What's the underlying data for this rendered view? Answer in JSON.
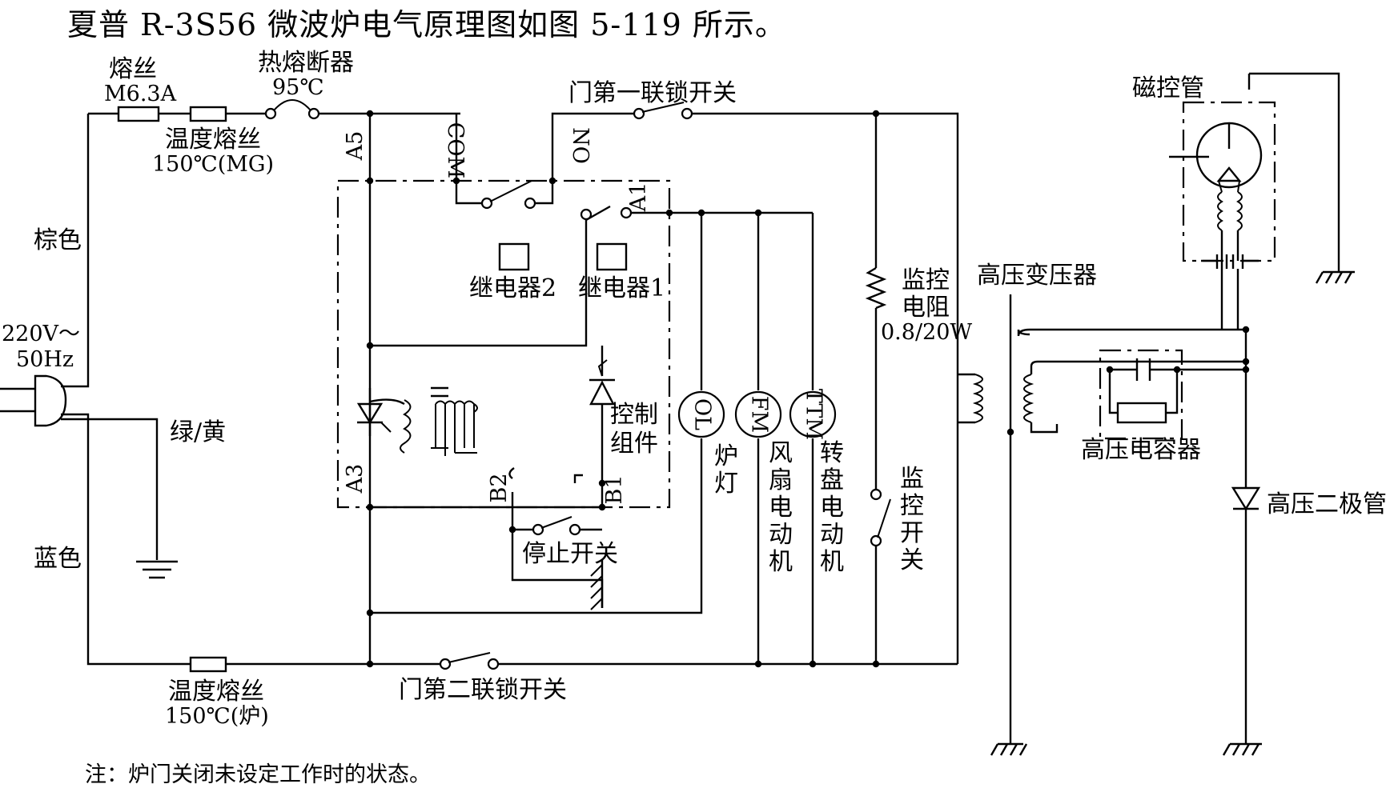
{
  "title": "夏普 R-3S56 微波炉电气原理图如图 5-119 所示。",
  "note": "注：炉门关闭未设定工作时的状态。",
  "labels": {
    "fuse": "熔丝",
    "fuse_rating": "M6.3A",
    "thermal_cutoff": "热熔断器",
    "thermal_cutoff_rating": "95℃",
    "temp_fuse_mg": "温度熔丝",
    "temp_fuse_mg_rating": "150℃(MG)",
    "temp_fuse_oven": "温度熔丝",
    "temp_fuse_oven_rating": "150℃(炉)",
    "brown": "棕色",
    "blue": "蓝色",
    "green_yellow": "绿/黄",
    "supply_voltage": "220V～",
    "supply_freq": "50Hz",
    "a5": "A5",
    "a3": "A3",
    "a1": "A1",
    "com": "COM",
    "no": "NO",
    "b1": "B1",
    "b2": "B2",
    "relay2": "继电器2",
    "relay1": "继电器1",
    "control_unit_1": "控制",
    "control_unit_2": "组件",
    "stop_switch": "停止开关",
    "door_switch_1": "门第一联锁开关",
    "door_switch_2": "门第二联锁开关",
    "ol": "OL",
    "fm": "FM",
    "ttm": "TTM",
    "oven_lamp": [
      "炉",
      "灯"
    ],
    "fan_motor": [
      "风",
      "扇",
      "电",
      "动",
      "机"
    ],
    "turntable_motor": [
      "转",
      "盘",
      "电",
      "动",
      "机"
    ],
    "monitor_resistor_1": "监控",
    "monitor_resistor_2": "电阻",
    "monitor_resistor_rating": "0.8/20W",
    "monitor_switch": [
      "监",
      "控",
      "开",
      "关"
    ],
    "hv_transformer": "高压变压器",
    "magnetron": "磁控管",
    "hv_capacitor": "高压电容器",
    "hv_diode": "高压二极管"
  }
}
